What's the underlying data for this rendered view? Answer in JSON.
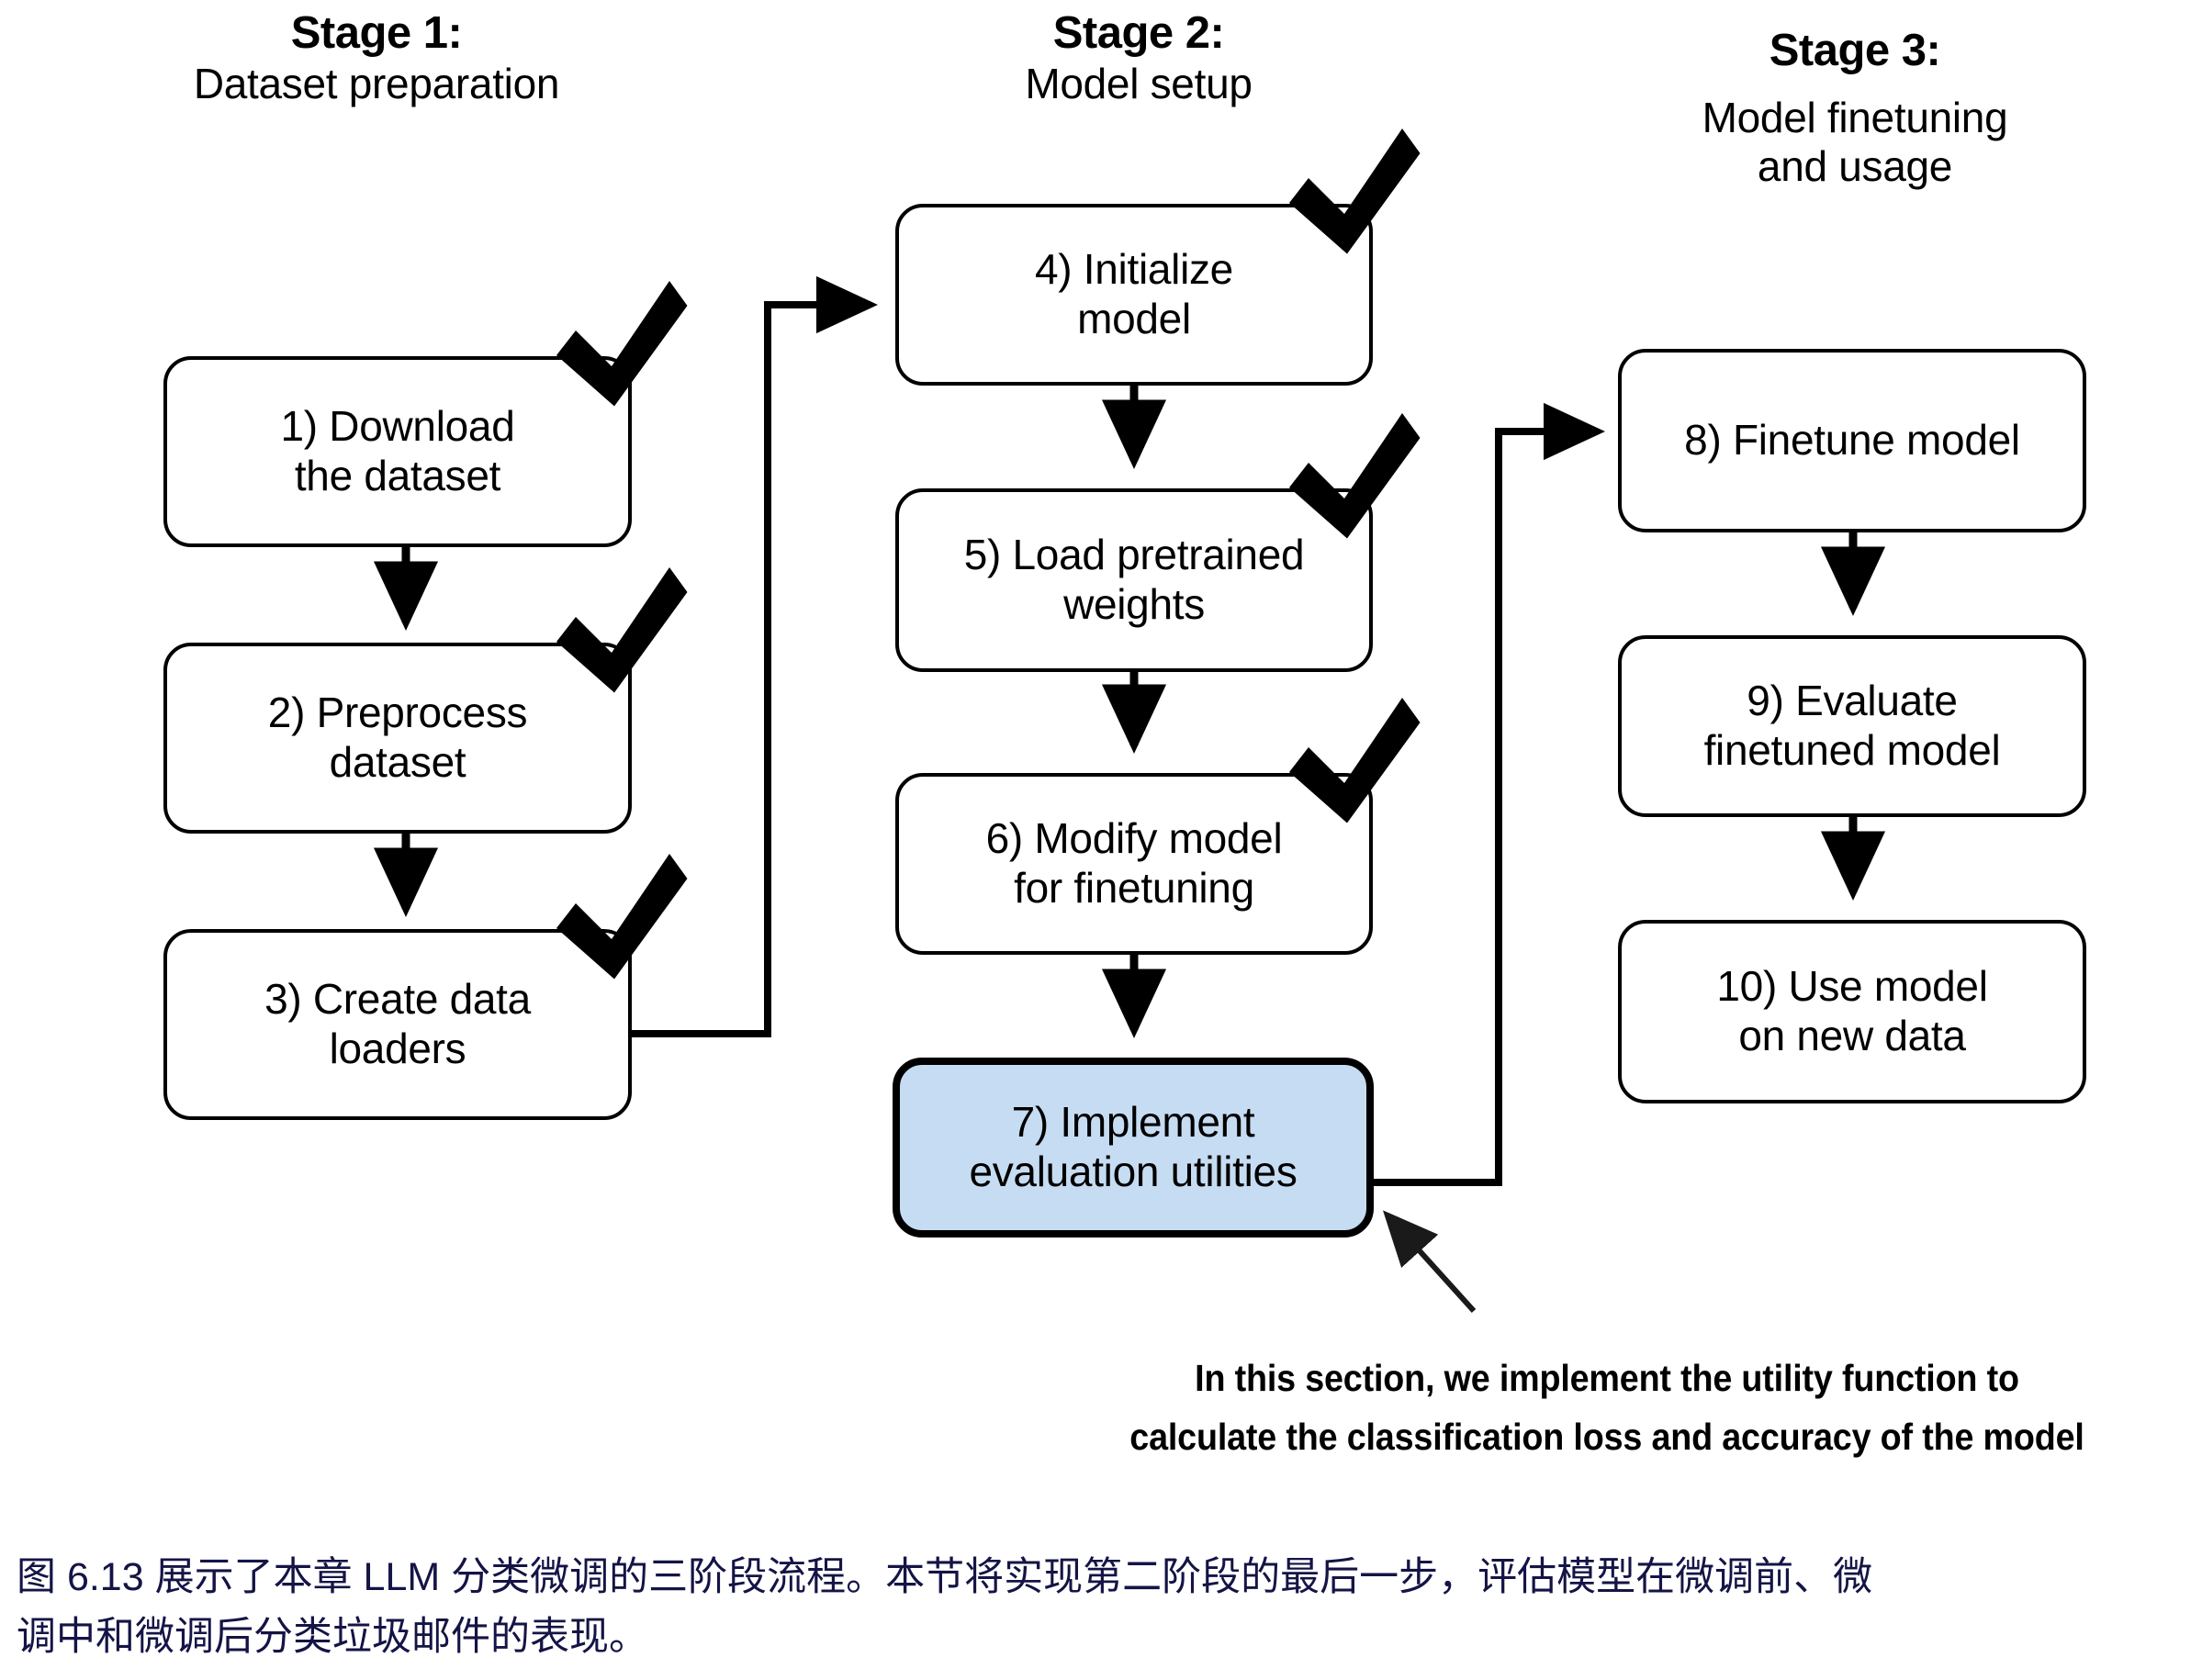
{
  "diagram": {
    "title": "Three-stage LLM classification finetuning workflow",
    "stages": [
      {
        "id": "stage-1",
        "title": "Stage 1:",
        "subtitle": "Dataset preparation"
      },
      {
        "id": "stage-2",
        "title": "Stage 2:",
        "subtitle": "Model setup"
      },
      {
        "id": "stage-3",
        "title": "Stage 3:",
        "subtitle": "Model finetuning\nand usage"
      }
    ],
    "nodes": [
      {
        "id": "node-1",
        "label": "1) Download\nthe dataset",
        "stage": 1,
        "checked": true,
        "highlighted": false
      },
      {
        "id": "node-2",
        "label": "2) Preprocess\ndataset",
        "stage": 1,
        "checked": true,
        "highlighted": false
      },
      {
        "id": "node-3",
        "label": "3) Create data\nloaders",
        "stage": 1,
        "checked": true,
        "highlighted": false
      },
      {
        "id": "node-4",
        "label": "4) Initialize\nmodel",
        "stage": 2,
        "checked": true,
        "highlighted": false
      },
      {
        "id": "node-5",
        "label": "5) Load pretrained\nweights",
        "stage": 2,
        "checked": true,
        "highlighted": false
      },
      {
        "id": "node-6",
        "label": "6) Modify model\nfor finetuning",
        "stage": 2,
        "checked": true,
        "highlighted": false
      },
      {
        "id": "node-7",
        "label": "7) Implement\nevaluation utilities",
        "stage": 2,
        "checked": false,
        "highlighted": true
      },
      {
        "id": "node-8",
        "label": "8) Finetune model",
        "stage": 3,
        "checked": false,
        "highlighted": false
      },
      {
        "id": "node-9",
        "label": "9) Evaluate\nfinetuned model",
        "stage": 3,
        "checked": false,
        "highlighted": false
      },
      {
        "id": "node-10",
        "label": "10) Use model\non new data",
        "stage": 3,
        "checked": false,
        "highlighted": false
      }
    ],
    "note": {
      "line1": "In this section, we implement the utility function to",
      "line2": "calculate the classification loss and accuracy of the model"
    },
    "caption": {
      "line1": "图 6.13 展示了本章 LLM 分类微调的三阶段流程。本节将实现第二阶段的最后一步，评估模型在微调前、微",
      "line2": "调中和微调后分类垃圾邮件的表现。"
    },
    "colors": {
      "highlight_fill": "#c6dcf2",
      "stroke": "#000000",
      "caption_text": "#141446",
      "box_fill": "#ffffff"
    }
  }
}
